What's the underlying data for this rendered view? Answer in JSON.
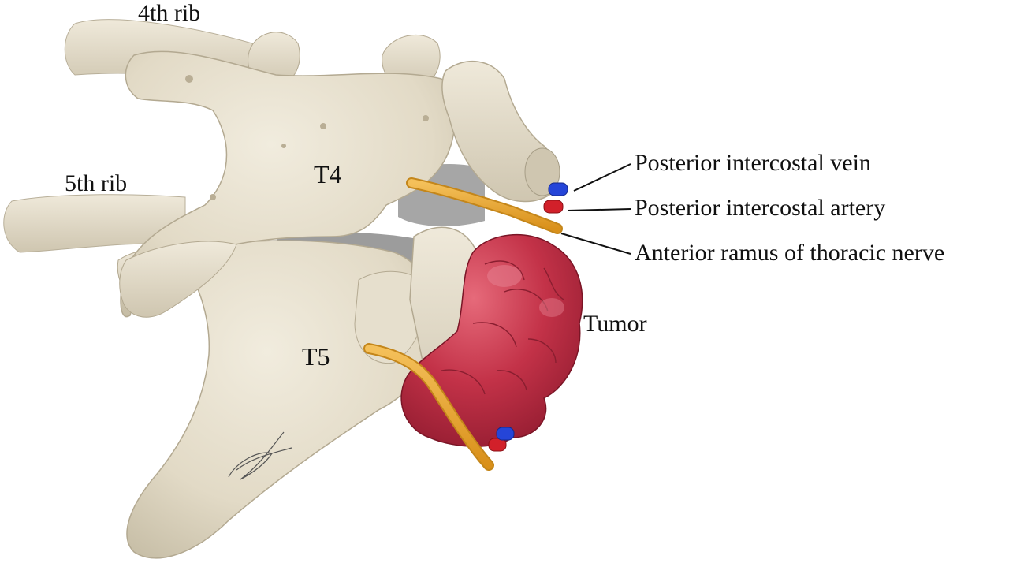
{
  "labels": {
    "rib4": "4th rib",
    "rib5": "5th rib",
    "t4": "T4",
    "t5": "T5",
    "vein": "Posterior intercostal vein",
    "artery": "Posterior intercostal artery",
    "nerve": "Anterior ramus of thoracic nerve",
    "tumor": "Tumor"
  },
  "colors": {
    "bone": "#e6dfcc",
    "bone_shadow": "#b9b09a",
    "disc": "#9e9e9e",
    "nerve": "#e8a62c",
    "artery": "#d2202a",
    "vein": "#2545d8",
    "tumor": "#b8283e",
    "tumor_highlight": "#e0586a"
  },
  "icons": [
    "signature"
  ]
}
